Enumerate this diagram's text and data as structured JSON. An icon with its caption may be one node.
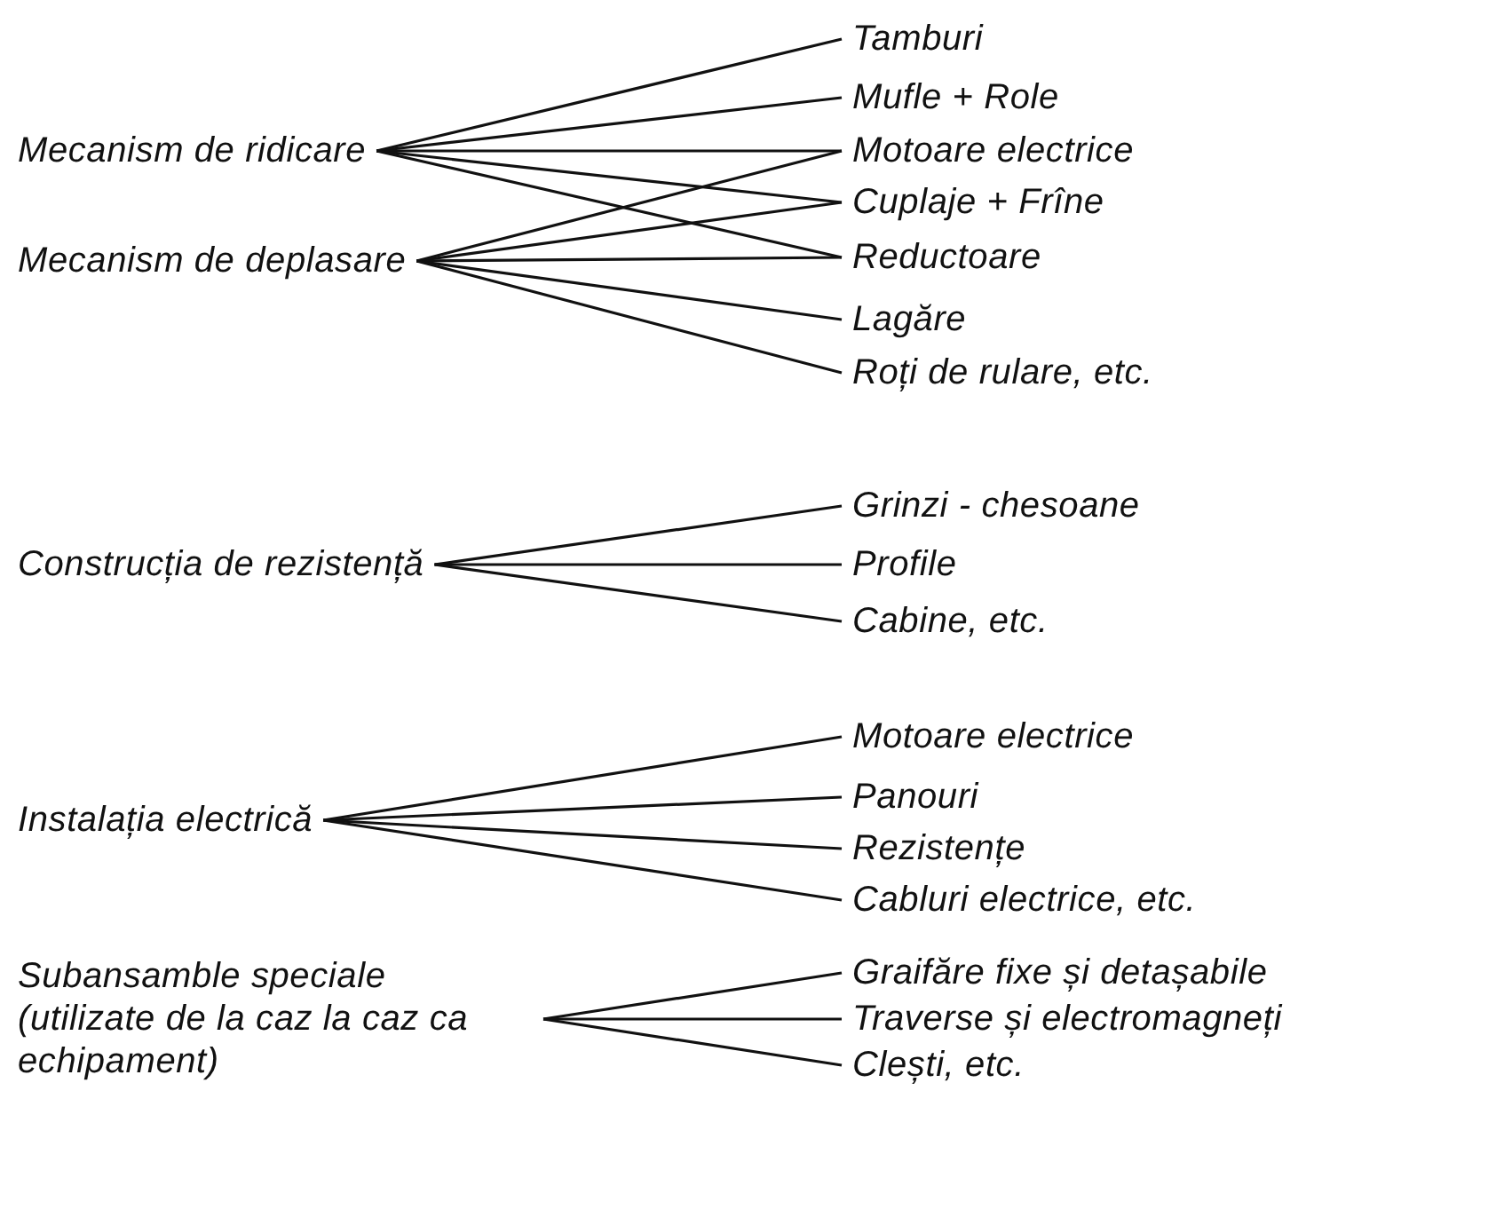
{
  "diagram": {
    "nodes": [
      {
        "text": [
          "Mecanism de ridicare"
        ]
      },
      {
        "text": [
          "Mecanism de deplasare"
        ]
      },
      {
        "text": [
          "Tamburi"
        ]
      },
      {
        "text": [
          "Mufle + Role"
        ]
      },
      {
        "text": [
          "Motoare electrice"
        ]
      },
      {
        "text": [
          "Cuplaje + Frîne"
        ]
      },
      {
        "text": [
          "Reductoare"
        ]
      },
      {
        "text": [
          "Lagăre"
        ]
      },
      {
        "text": [
          "Roți de rulare, etc."
        ]
      },
      {
        "text": [
          "Construcția de rezistență"
        ]
      },
      {
        "text": [
          "Grinzi - chesoane"
        ]
      },
      {
        "text": [
          "Profile"
        ]
      },
      {
        "text": [
          "Cabine, etc."
        ]
      },
      {
        "text": [
          "Instalația electrică"
        ]
      },
      {
        "text": [
          "Motoare electrice"
        ]
      },
      {
        "text": [
          "Panouri"
        ]
      },
      {
        "text": [
          "Rezistențe"
        ]
      },
      {
        "text": [
          "Cabluri electrice, etc."
        ]
      },
      {
        "text": [
          "Subansamble speciale (utilizate de la caz la caz ca echipament)"
        ]
      },
      {
        "text": [
          "Graifăre fixe și detașabile"
        ]
      },
      {
        "text": [
          "Traverse și electromagneți"
        ]
      },
      {
        "text": [
          "Clești, etc."
        ]
      }
    ],
    "edges": [
      {
        "from": 0,
        "to": 2,
        "arrow": "none"
      },
      {
        "from": 0,
        "to": 3,
        "arrow": "none"
      },
      {
        "from": 0,
        "to": 4,
        "arrow": "none"
      },
      {
        "from": 0,
        "to": 5,
        "arrow": "none"
      },
      {
        "from": 0,
        "to": 6,
        "arrow": "none"
      },
      {
        "from": 1,
        "to": 4,
        "arrow": "none"
      },
      {
        "from": 1,
        "to": 5,
        "arrow": "none"
      },
      {
        "from": 1,
        "to": 6,
        "arrow": "none"
      },
      {
        "from": 1,
        "to": 7,
        "arrow": "none"
      },
      {
        "from": 1,
        "to": 8,
        "arrow": "none"
      },
      {
        "from": 9,
        "to": 10,
        "arrow": "none"
      },
      {
        "from": 9,
        "to": 11,
        "arrow": "none"
      },
      {
        "from": 9,
        "to": 12,
        "arrow": "none"
      },
      {
        "from": 13,
        "to": 14,
        "arrow": "none"
      },
      {
        "from": 13,
        "to": 15,
        "arrow": "none"
      },
      {
        "from": 13,
        "to": 16,
        "arrow": "none"
      },
      {
        "from": 13,
        "to": 17,
        "arrow": "none"
      },
      {
        "from": 18,
        "to": 19,
        "arrow": "none"
      },
      {
        "from": 18,
        "to": 20,
        "arrow": "none"
      },
      {
        "from": 18,
        "to": 21,
        "arrow": "none"
      }
    ]
  }
}
